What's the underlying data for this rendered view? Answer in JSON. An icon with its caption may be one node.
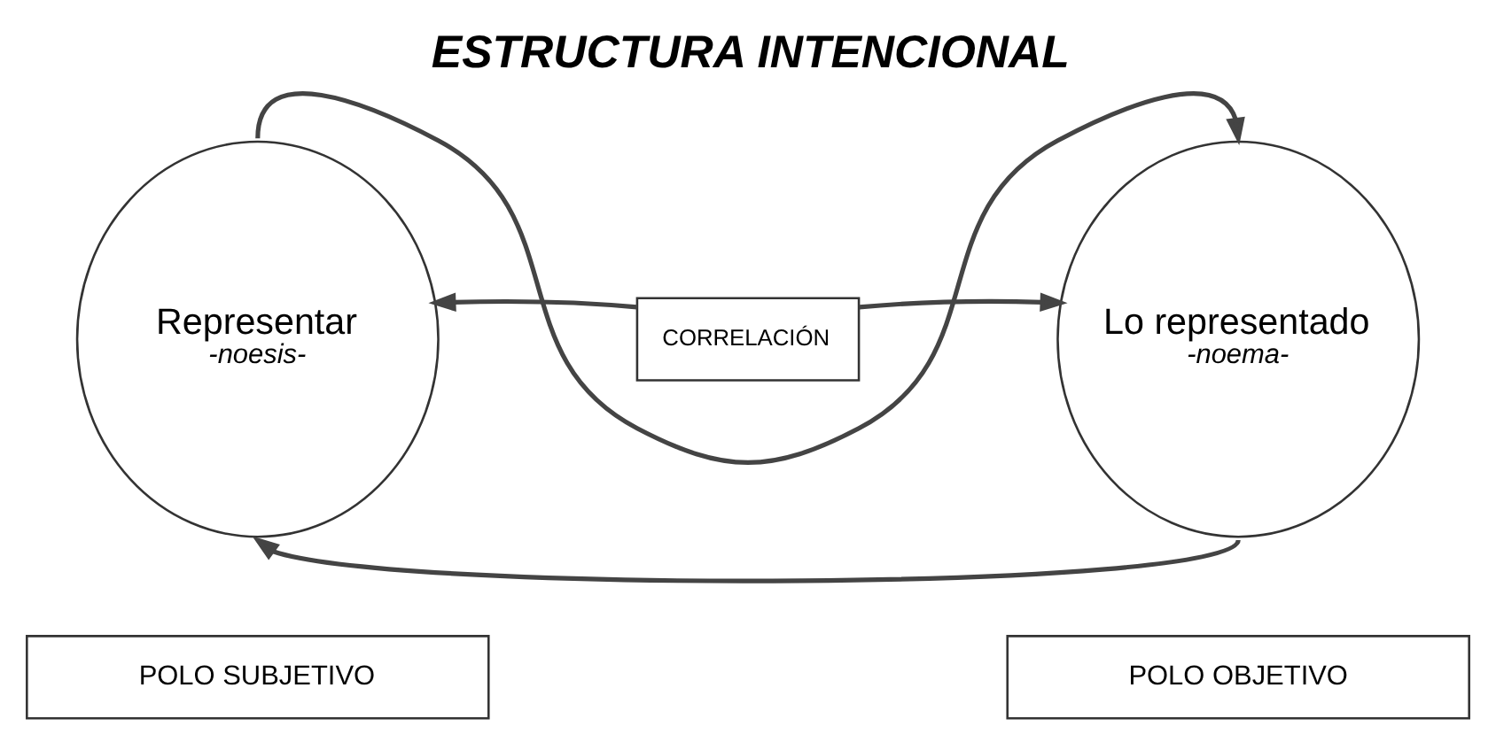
{
  "diagram": {
    "title": "ESTRUCTURA INTENCIONAL",
    "nodes": [
      {
        "text": [
          "Representar",
          "-noesis-"
        ]
      },
      {
        "text": [
          "CORRELACIÓN"
        ]
      },
      {
        "text": [
          "Lo representado",
          "-noema-"
        ]
      },
      {
        "text": [
          "POLO SUBJETIVO"
        ]
      },
      {
        "text": [
          "POLO OBJETIVO"
        ]
      }
    ],
    "edges": [
      {
        "from": 0,
        "to": 2,
        "arrow": "to"
      },
      {
        "from": 2,
        "to": 0,
        "arrow": "to"
      },
      {
        "from": 1,
        "to": 0,
        "arrow": "to"
      },
      {
        "from": 1,
        "to": 2,
        "arrow": "to"
      }
    ]
  }
}
